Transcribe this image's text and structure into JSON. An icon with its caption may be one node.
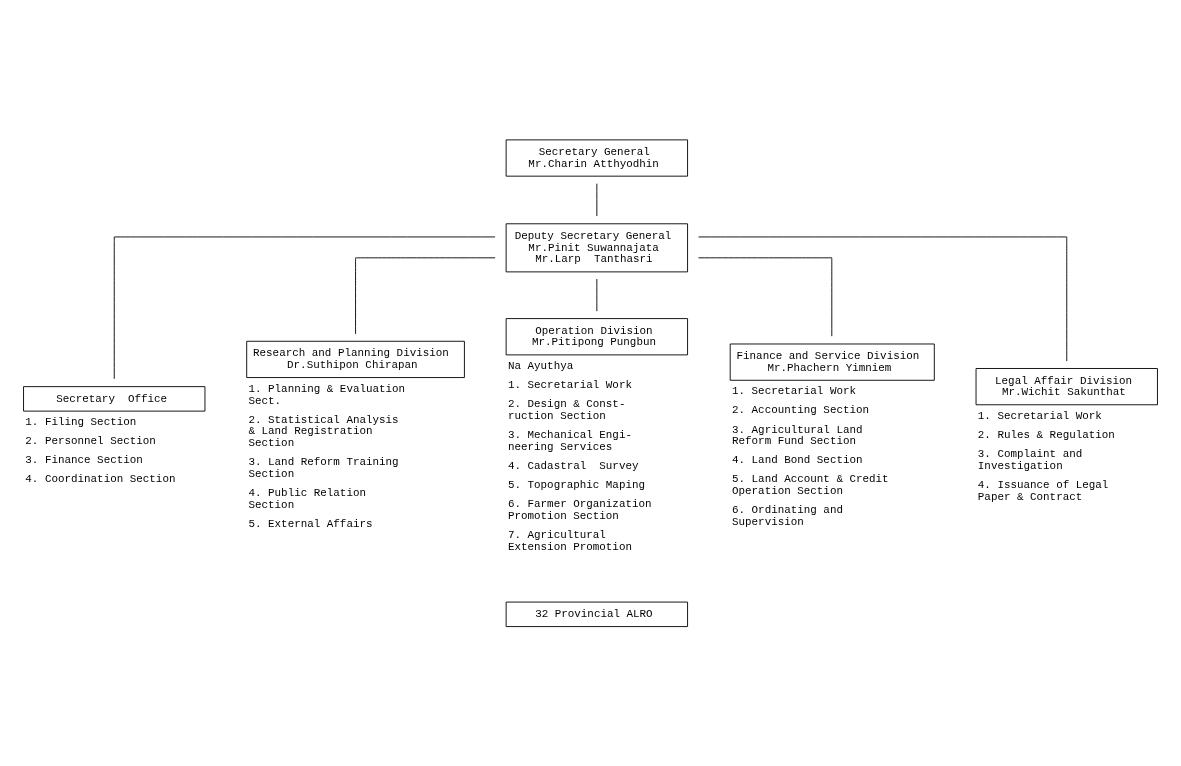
{
  "diagram": {
    "nodes": [
      {
        "text": [
          "Secretary General",
          "Mr.Charin Atthyodhin"
        ]
      },
      {
        "text": [
          "Deputy Secretary General",
          "Mr.Pinit Suwannajata",
          "Mr.Larp  Tanthasri"
        ]
      },
      {
        "text": [
          "Secretary  Office"
        ],
        "beside": [
          "1. Filing Section",
          "2. Personnel Section",
          "3. Finance Section",
          "4. Coordination Section"
        ]
      },
      {
        "text": [
          "Research and Planning Division",
          "Dr.Suthipon Chirapan"
        ],
        "beside": [
          "1. Planning & Evaluation Sect.",
          "2. Statistical Analysis & Land Registration Section",
          "3. Land Reform Training Section",
          "4. Public Relation Section",
          "5. External Affairs"
        ]
      },
      {
        "text": [
          "Operation Division",
          "Mr.Pitipong Pungbun"
        ],
        "beside": [
          "Na Ayuthya",
          "1. Secretarial Work",
          "2. Design & Const- ruction Section",
          "3. Mechanical Engi- neering Services",
          "4. Cadastral  Survey",
          "5. Topographic Maping",
          "6. Farmer Organization Promotion Section",
          "7. Agricultural Extension Promotion"
        ]
      },
      {
        "text": [
          "Finance and Service Division",
          "Mr.Phachern Yimniem"
        ],
        "beside": [
          "1. Secretarial Work",
          "2. Accounting Section",
          "3. Agricultural Land Reform Fund Section",
          "4. Land Bond Section",
          "5. Land Account & Credit Operation Section",
          "6. Ordinating and Supervision"
        ]
      },
      {
        "text": [
          "Legal Affair Division",
          "Mr.Wichit Sakunthat"
        ],
        "beside": [
          "1. Secretarial Work",
          "2. Rules & Regulation",
          "3. Complaint and Investigation",
          "4. Issuance of Legal Paper & Contract"
        ]
      },
      {
        "text": [
          "32 Provincial ALRO"
        ]
      }
    ],
    "edges": [
      {
        "from": 0,
        "to": 1,
        "arrow": "none"
      },
      {
        "from": 1,
        "to": 2,
        "arrow": "none"
      },
      {
        "from": 1,
        "to": 3,
        "arrow": "none"
      },
      {
        "from": 1,
        "to": 4,
        "arrow": "none"
      },
      {
        "from": 1,
        "to": 5,
        "arrow": "none"
      },
      {
        "from": 1,
        "to": 6,
        "arrow": "none"
      }
    ]
  }
}
